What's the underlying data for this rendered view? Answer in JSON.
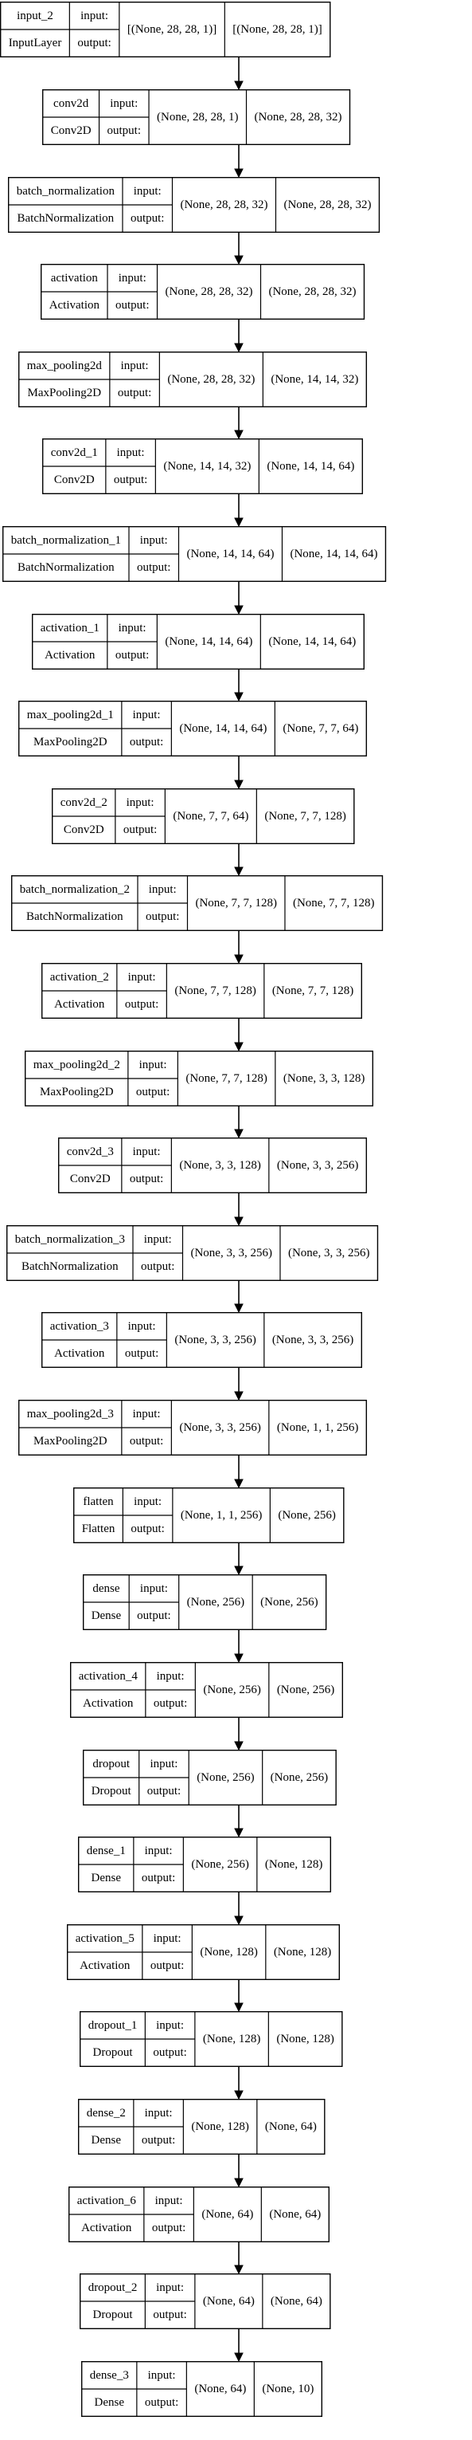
{
  "io_labels": {
    "input": "input:",
    "output": "output:"
  },
  "layers": [
    {
      "name": "input_2",
      "type": "InputLayer",
      "input_shape": "[(None, 28, 28, 1)]",
      "output_shape": "[(None, 28, 28, 1)]"
    },
    {
      "name": "conv2d",
      "type": "Conv2D",
      "input_shape": "(None, 28, 28, 1)",
      "output_shape": "(None, 28, 28, 32)"
    },
    {
      "name": "batch_normalization",
      "type": "BatchNormalization",
      "input_shape": "(None, 28, 28, 32)",
      "output_shape": "(None, 28, 28, 32)"
    },
    {
      "name": "activation",
      "type": "Activation",
      "input_shape": "(None, 28, 28, 32)",
      "output_shape": "(None, 28, 28, 32)"
    },
    {
      "name": "max_pooling2d",
      "type": "MaxPooling2D",
      "input_shape": "(None, 28, 28, 32)",
      "output_shape": "(None, 14, 14, 32)"
    },
    {
      "name": "conv2d_1",
      "type": "Conv2D",
      "input_shape": "(None, 14, 14, 32)",
      "output_shape": "(None, 14, 14, 64)"
    },
    {
      "name": "batch_normalization_1",
      "type": "BatchNormalization",
      "input_shape": "(None, 14, 14, 64)",
      "output_shape": "(None, 14, 14, 64)"
    },
    {
      "name": "activation_1",
      "type": "Activation",
      "input_shape": "(None, 14, 14, 64)",
      "output_shape": "(None, 14, 14, 64)"
    },
    {
      "name": "max_pooling2d_1",
      "type": "MaxPooling2D",
      "input_shape": "(None, 14, 14, 64)",
      "output_shape": "(None, 7, 7, 64)"
    },
    {
      "name": "conv2d_2",
      "type": "Conv2D",
      "input_shape": "(None, 7, 7, 64)",
      "output_shape": "(None, 7, 7, 128)"
    },
    {
      "name": "batch_normalization_2",
      "type": "BatchNormalization",
      "input_shape": "(None, 7, 7, 128)",
      "output_shape": "(None, 7, 7, 128)"
    },
    {
      "name": "activation_2",
      "type": "Activation",
      "input_shape": "(None, 7, 7, 128)",
      "output_shape": "(None, 7, 7, 128)"
    },
    {
      "name": "max_pooling2d_2",
      "type": "MaxPooling2D",
      "input_shape": "(None, 7, 7, 128)",
      "output_shape": "(None, 3, 3, 128)"
    },
    {
      "name": "conv2d_3",
      "type": "Conv2D",
      "input_shape": "(None, 3, 3, 128)",
      "output_shape": "(None, 3, 3, 256)"
    },
    {
      "name": "batch_normalization_3",
      "type": "BatchNormalization",
      "input_shape": "(None, 3, 3, 256)",
      "output_shape": "(None, 3, 3, 256)"
    },
    {
      "name": "activation_3",
      "type": "Activation",
      "input_shape": "(None, 3, 3, 256)",
      "output_shape": "(None, 3, 3, 256)"
    },
    {
      "name": "max_pooling2d_3",
      "type": "MaxPooling2D",
      "input_shape": "(None, 3, 3, 256)",
      "output_shape": "(None, 1, 1, 256)"
    },
    {
      "name": "flatten",
      "type": "Flatten",
      "input_shape": "(None, 1, 1, 256)",
      "output_shape": "(None, 256)"
    },
    {
      "name": "dense",
      "type": "Dense",
      "input_shape": "(None, 256)",
      "output_shape": "(None, 256)"
    },
    {
      "name": "activation_4",
      "type": "Activation",
      "input_shape": "(None, 256)",
      "output_shape": "(None, 256)"
    },
    {
      "name": "dropout",
      "type": "Dropout",
      "input_shape": "(None, 256)",
      "output_shape": "(None, 256)"
    },
    {
      "name": "dense_1",
      "type": "Dense",
      "input_shape": "(None, 256)",
      "output_shape": "(None, 128)"
    },
    {
      "name": "activation_5",
      "type": "Activation",
      "input_shape": "(None, 128)",
      "output_shape": "(None, 128)"
    },
    {
      "name": "dropout_1",
      "type": "Dropout",
      "input_shape": "(None, 128)",
      "output_shape": "(None, 128)"
    },
    {
      "name": "dense_2",
      "type": "Dense",
      "input_shape": "(None, 128)",
      "output_shape": "(None, 64)"
    },
    {
      "name": "activation_6",
      "type": "Activation",
      "input_shape": "(None, 64)",
      "output_shape": "(None, 64)"
    },
    {
      "name": "dropout_2",
      "type": "Dropout",
      "input_shape": "(None, 64)",
      "output_shape": "(None, 64)"
    },
    {
      "name": "dense_3",
      "type": "Dense",
      "input_shape": "(None, 64)",
      "output_shape": "(None, 10)"
    }
  ]
}
